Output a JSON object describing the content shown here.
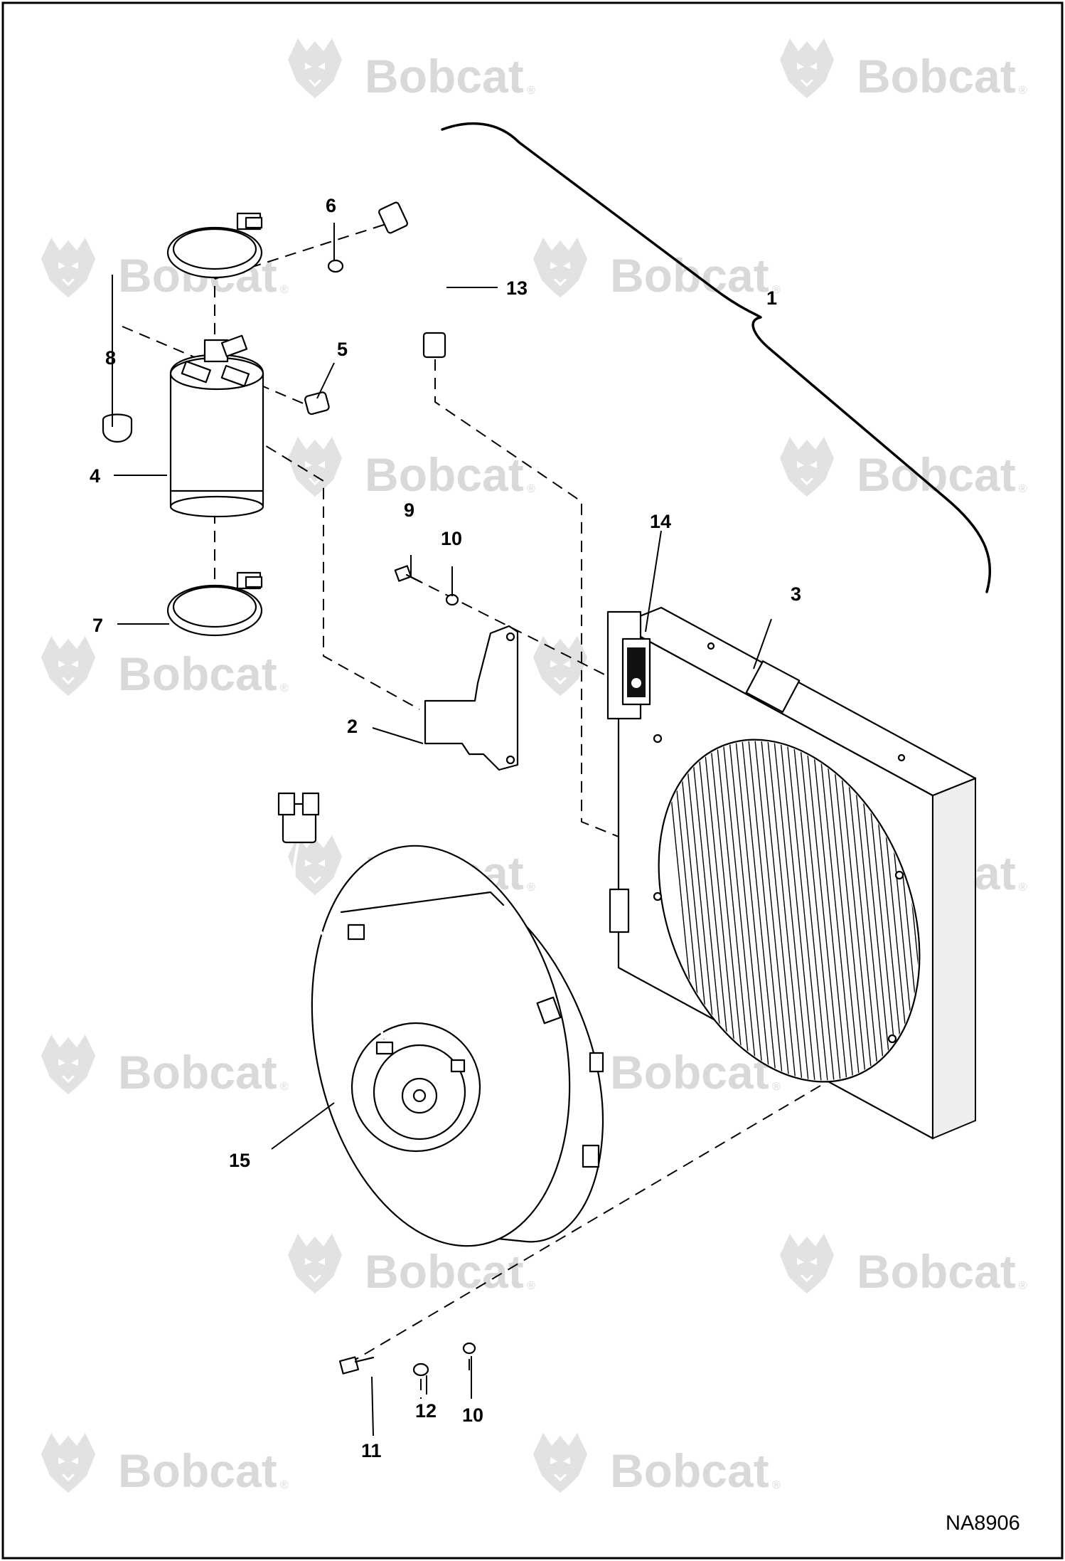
{
  "watermark": {
    "text": "Bobcat",
    "reg": "®",
    "icon": "bobcat-logo-icon"
  },
  "figure_ref": "NA8906",
  "callouts": [
    {
      "id": "c1",
      "label": "1"
    },
    {
      "id": "c2",
      "label": "2"
    },
    {
      "id": "c3",
      "label": "3"
    },
    {
      "id": "c4",
      "label": "4"
    },
    {
      "id": "c5",
      "label": "5"
    },
    {
      "id": "c6",
      "label": "6"
    },
    {
      "id": "c7",
      "label": "7"
    },
    {
      "id": "c8",
      "label": "8"
    },
    {
      "id": "c9",
      "label": "9"
    },
    {
      "id": "c10a",
      "label": "10"
    },
    {
      "id": "c10b",
      "label": "10"
    },
    {
      "id": "c11",
      "label": "11"
    },
    {
      "id": "c12",
      "label": "12"
    },
    {
      "id": "c13",
      "label": "13"
    },
    {
      "id": "c14",
      "label": "14"
    },
    {
      "id": "c15",
      "label": "15"
    }
  ],
  "colors": {
    "line": "#000000",
    "watermark": "#d9d9d9",
    "background": "#ffffff"
  }
}
